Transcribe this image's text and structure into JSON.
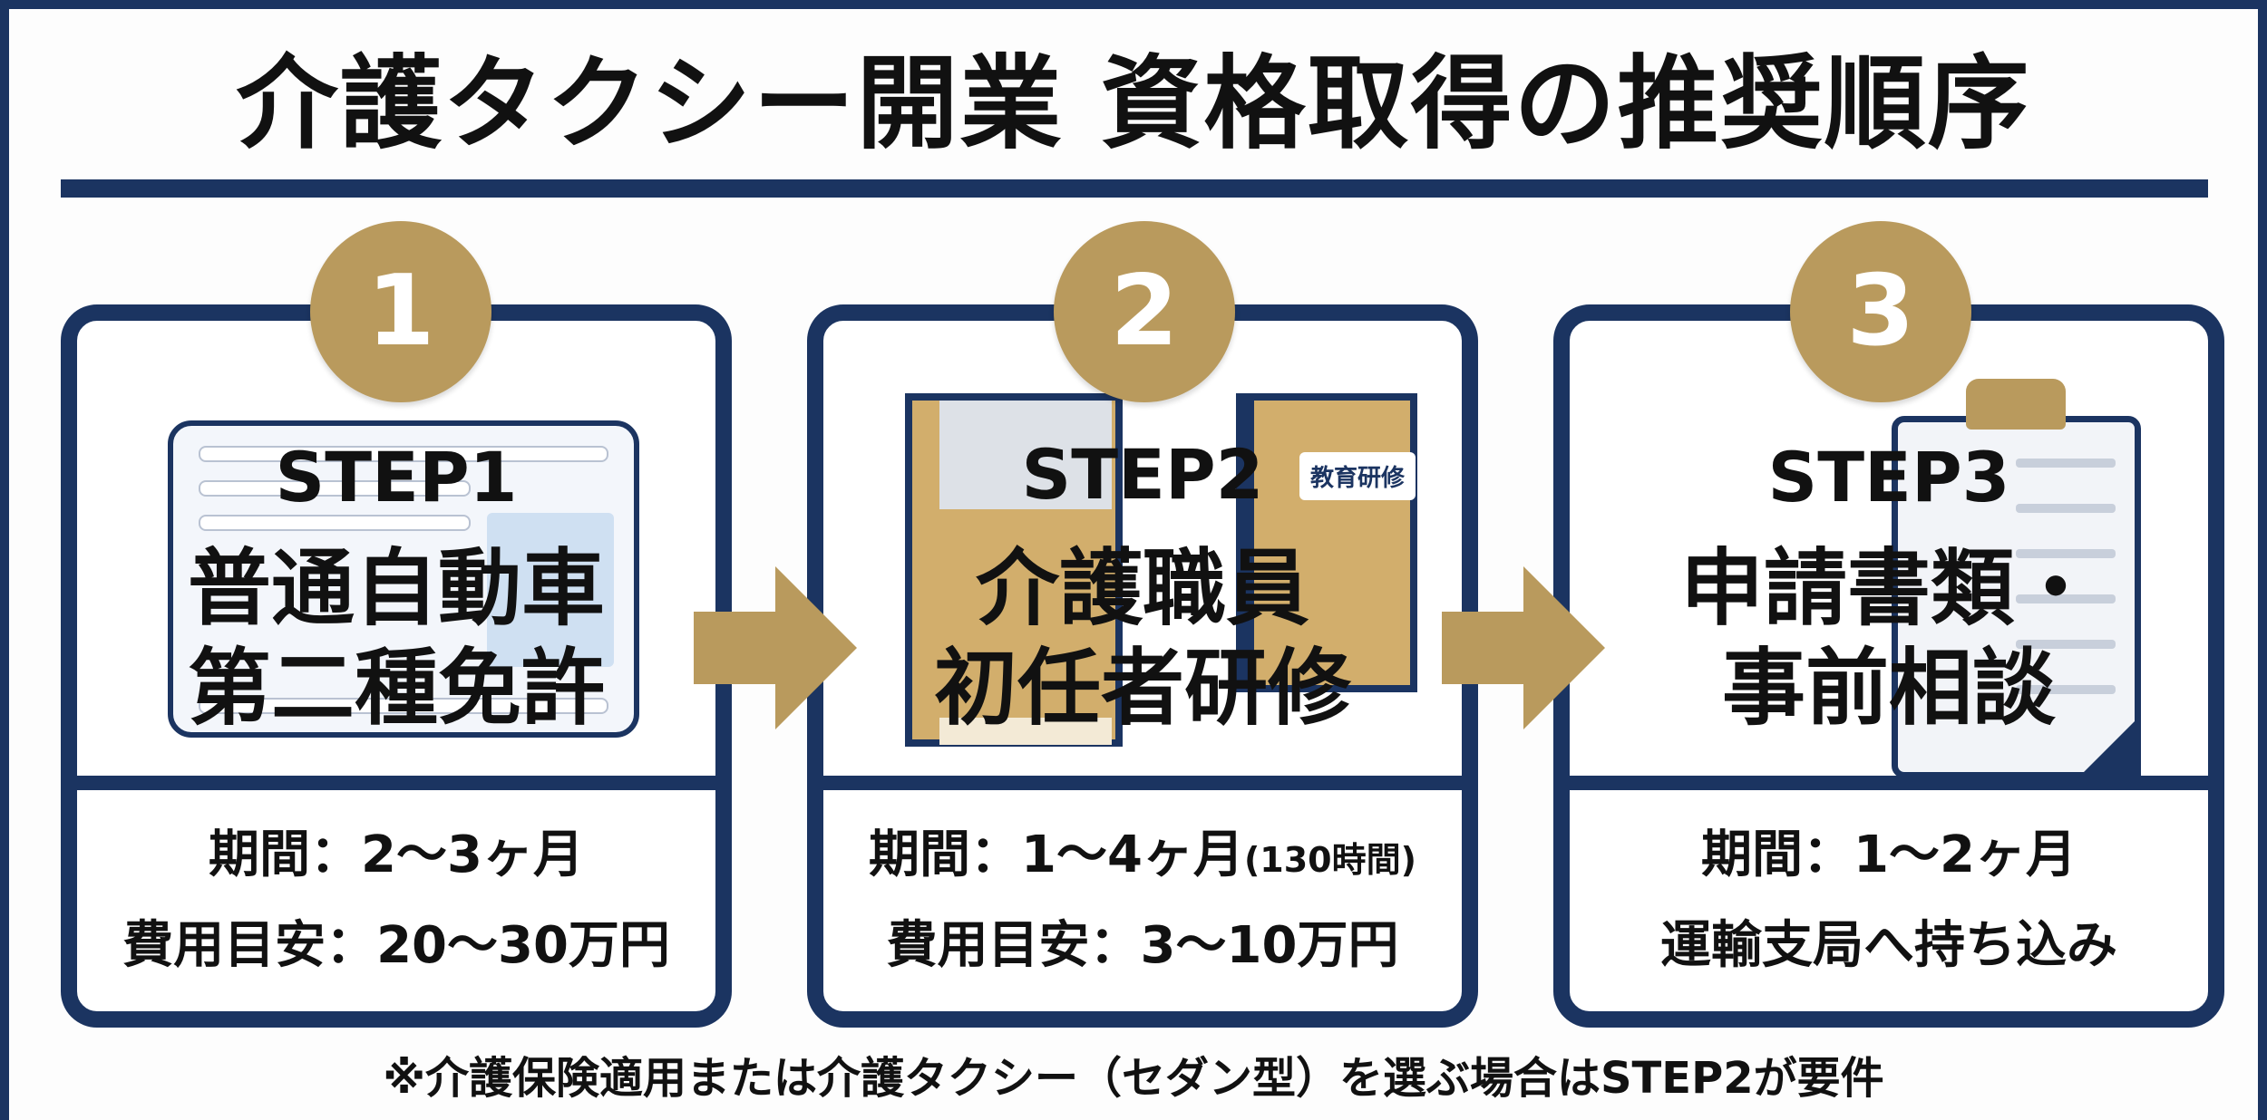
{
  "title": "介護タクシー開業 資格取得の推奨順序",
  "colors": {
    "navy": "#1b3461",
    "gold": "#b99a5d"
  },
  "steps": [
    {
      "number": "1",
      "label": "STEP1",
      "name_line1": "普通自動車",
      "name_line2": "第二種免許",
      "illustration": "driver-license-card-icon",
      "info_line1": "期間：2～3ヶ月",
      "info_line2": "費用目安：20～30万円"
    },
    {
      "number": "2",
      "label": "STEP2",
      "name_line1": "介護職員",
      "name_line2": "初任者研修",
      "illustration": "textbook-icon",
      "book_tag": "教育研修",
      "info_line1": "期間：1～4ヶ月",
      "info_line1_note": "(130時間)",
      "info_line2": "費用目安：3～10万円"
    },
    {
      "number": "3",
      "label": "STEP3",
      "name_line1": "申請書類・",
      "name_line2": "事前相談",
      "illustration": "clipboard-icon",
      "info_line1": "期間：1～2ヶ月",
      "info_line2": "運輸支局へ持ち込み"
    }
  ],
  "arrows": [
    "arrow-right-icon",
    "arrow-right-icon"
  ],
  "footer_note": "※介護保険適用または介護タクシー（セダン型）を選ぶ場合はSTEP2が要件"
}
